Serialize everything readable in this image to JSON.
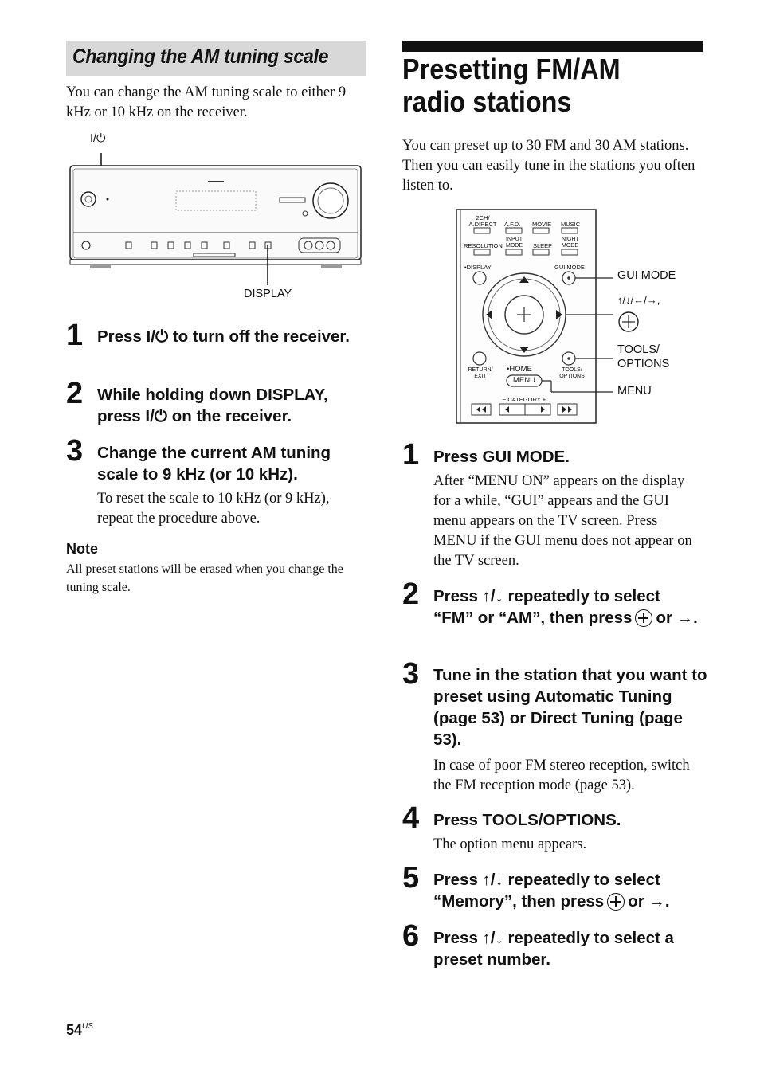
{
  "left": {
    "section_title": "Changing the AM tuning scale",
    "intro": "You can change the AM tuning scale to either 9 kHz or 10 kHz on the receiver.",
    "figure": {
      "power_label": "I/⏻",
      "display_label": "DISPLAY"
    },
    "steps": [
      {
        "num": "1",
        "text": "Press I/⏻ to turn off the receiver."
      },
      {
        "num": "2",
        "text": "While holding down DISPLAY, press I/⏻ on the receiver."
      },
      {
        "num": "3",
        "text": "Change the current AM tuning scale to 9 kHz (or 10 kHz).",
        "detail": "To reset the scale to 10 kHz (or 9 kHz), repeat the procedure above."
      }
    ],
    "note_heading": "Note",
    "note_text": "All preset stations will be erased when you change the tuning scale."
  },
  "right": {
    "title": "Presetting FM/AM radio stations",
    "intro": "You can preset up to 30 FM and 30 AM stations. Then you can easily tune in the stations you often listen to.",
    "remote": {
      "buttons": {
        "ch2_adirect": "2CH/ A.DIRECT",
        "afd": "A.F.D.",
        "movie": "MOVIE",
        "music": "MUSIC",
        "resolution": "RESOLUTION",
        "input_mode": "INPUT MODE",
        "sleep": "SLEEP",
        "night_mode": "NIGHT MODE",
        "display": "DISPLAY",
        "gui_mode": "GUI MODE",
        "return_exit": "RETURN/ EXIT",
        "home": "HOME",
        "tools_options": "TOOLS/ OPTIONS",
        "menu": "MENU",
        "category": "− CATEGORY +"
      },
      "callouts": {
        "gui_mode": "GUI MODE",
        "arrows": "↑/↓/←/→,",
        "tools": "TOOLS/ OPTIONS",
        "menu": "MENU"
      }
    },
    "steps": [
      {
        "num": "1",
        "text": "Press GUI MODE.",
        "detail": "After “MENU ON” appears on the display for a while, “GUI” appears and the GUI menu appears on the TV screen. Press MENU if the GUI menu does not appear on the TV screen."
      },
      {
        "num": "2",
        "text_a": "Press ↑/↓ repeatedly to select “FM” or “AM”, then press",
        "text_b": "or →."
      },
      {
        "num": "3",
        "text": "Tune in the station that you want to preset using Automatic Tuning (page 53) or Direct Tuning (page 53).",
        "detail": "In case of poor FM stereo reception, switch the FM reception mode (page 53)."
      },
      {
        "num": "4",
        "text": "Press TOOLS/OPTIONS.",
        "detail": "The option menu appears."
      },
      {
        "num": "5",
        "text_a": "Press ↑/↓ repeatedly to select “Memory”, then press",
        "text_b": "or →."
      },
      {
        "num": "6",
        "text": "Press ↑/↓ repeatedly to select a preset number."
      }
    ]
  },
  "footer": {
    "page": "54",
    "suffix": "US"
  }
}
